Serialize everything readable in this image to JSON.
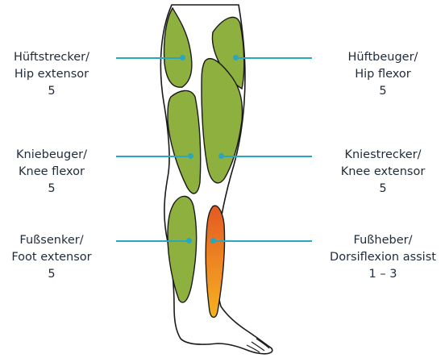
{
  "muscles": {
    "hip_extensor": {
      "line1": "Hüftstrecker/",
      "line2": "Hip extensor",
      "grade": "5"
    },
    "hip_flexor": {
      "line1": "Hüftbeuger/",
      "line2": "Hip flexor",
      "grade": "5"
    },
    "knee_flexor": {
      "line1": "Kniebeuger/",
      "line2": "Knee flexor",
      "grade": "5"
    },
    "knee_extensor": {
      "line1": "Kniestrecker/",
      "line2": "Knee extensor",
      "grade": "5"
    },
    "foot_extensor": {
      "line1": "Fußsenker/",
      "line2": "Foot extensor",
      "grade": "5"
    },
    "dorsiflexion_assist": {
      "line1": "Fußheber/",
      "line2": "Dorsiflexion assist",
      "grade": "1 – 3"
    }
  },
  "colors": {
    "muscle_normal": "#8db03e",
    "muscle_weak_top": "#e35a22",
    "muscle_weak_bottom": "#f5b21e",
    "outline": "#1a1a1a",
    "leader": "#2aa6bf"
  }
}
